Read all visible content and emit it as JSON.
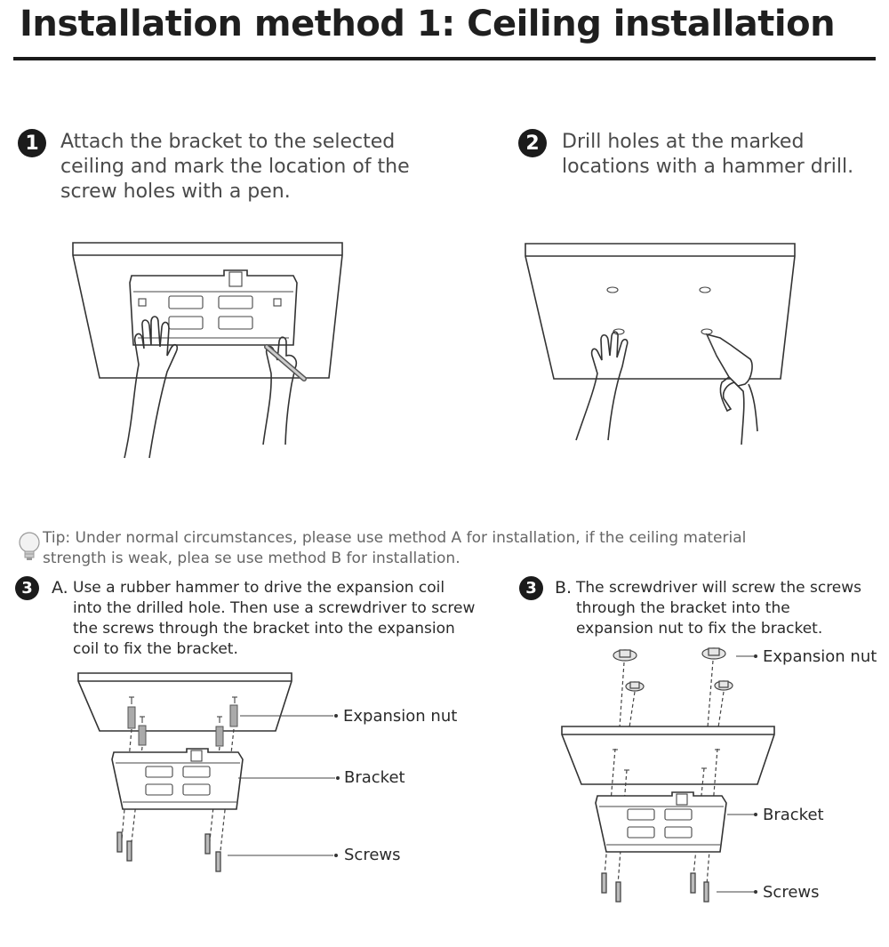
{
  "title": "Installation method 1: Ceiling installation",
  "step1": {
    "number": "1",
    "lines": [
      "Attach the bracket to the selected",
      "ceiling and mark the location of the",
      "screw holes with a pen."
    ]
  },
  "step2": {
    "number": "2",
    "lines": [
      "Drill holes at the marked",
      "locations with a hammer drill."
    ]
  },
  "tip": {
    "lines": [
      "Tip: Under normal circumstances, please use method A for installation, if the ceiling material",
      "strength is weak, plea se use method B for installation."
    ]
  },
  "step3a": {
    "number": "3",
    "letter": "A.",
    "lines": [
      "Use a rubber hammer to drive the expansion coil",
      "into the drilled hole. Then use a screwdriver to screw",
      "the screws through the bracket into the expansion",
      "coil to fix the bracket."
    ],
    "labels": {
      "nut": "Expansion nut",
      "bracket": "Bracket",
      "screws": "Screws"
    }
  },
  "step3b": {
    "number": "3",
    "letter": "B.",
    "lines": [
      "The screwdriver will screw the screws",
      "through the bracket into the",
      "expansion nut to fix the bracket."
    ],
    "labels": {
      "nut": "Expansion nut",
      "bracket": "Bracket",
      "screws": "Screws"
    }
  },
  "icons": [
    "lightbulb-icon"
  ]
}
